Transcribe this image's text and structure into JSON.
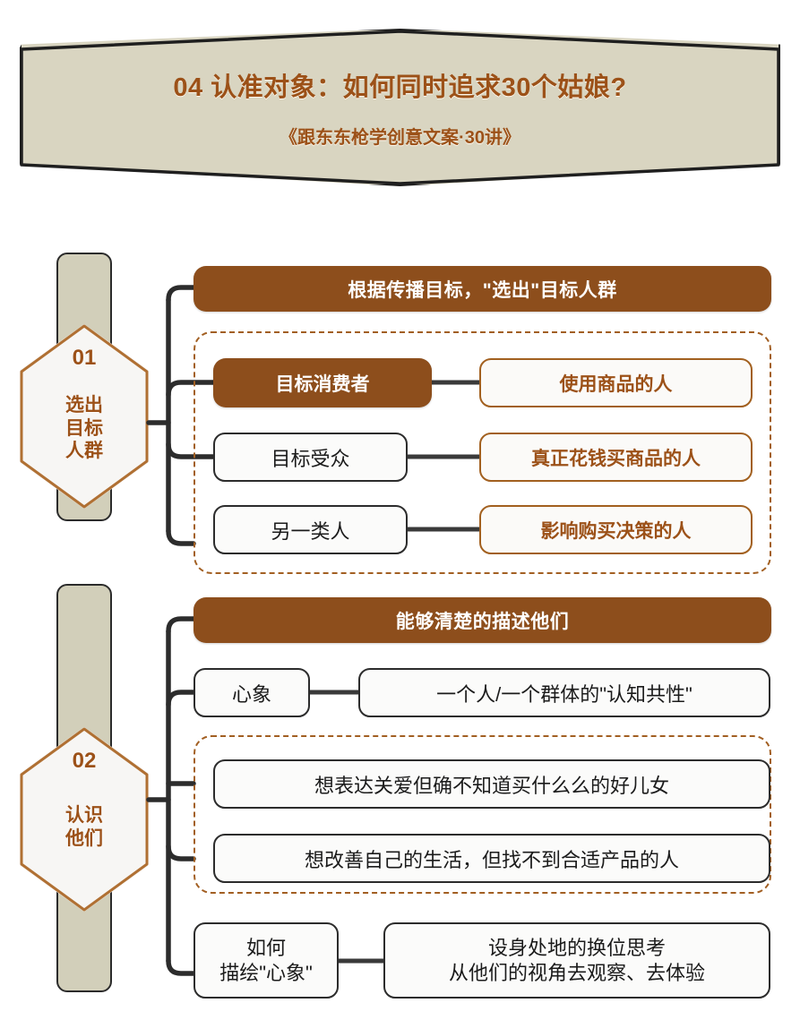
{
  "header": {
    "title": "04 认准对象：如何同时追求30个姑娘?",
    "subtitle": "《跟东东枪学创意文案·30讲》"
  },
  "colors": {
    "brown": "#8d4e1c",
    "brown_text": "#9c5118",
    "beige": "#d2cfba",
    "banner_bg": "#d9d5c1",
    "line": "#2c2c2c",
    "dash": "#a25f22"
  },
  "sections": [
    {
      "number": "01",
      "label": "选出\n目标\n人群",
      "label_lines": [
        "选出",
        "目标",
        "人群"
      ],
      "heading": "根据传播目标，\"选出\"目标人群",
      "rows": [
        {
          "left": "目标消费者",
          "left_style": "filled",
          "right": "使用商品的人"
        },
        {
          "left": "目标受众",
          "left_style": "outline",
          "right": "真正花钱买商品的人"
        },
        {
          "left": "另一类人",
          "left_style": "outline",
          "right": "影响购买决策的人"
        }
      ]
    },
    {
      "number": "02",
      "label_lines": [
        "认识",
        "他们"
      ],
      "heading": "能够清楚的描述他们",
      "top_row": {
        "left": "心象",
        "right": "一个人/一个群体的\"认知共性\""
      },
      "dashed_rows": [
        {
          "text": "想表达关爱但确不知道买什么么的好儿女"
        },
        {
          "text": "想改善自己的生活，但找不到合适产品的人"
        }
      ],
      "bottom_row": {
        "left_lines": [
          "如何",
          "描绘\"心象\""
        ],
        "right_lines": [
          "设身处地的换位思考",
          "从他们的视角去观察、去体验"
        ]
      }
    }
  ]
}
